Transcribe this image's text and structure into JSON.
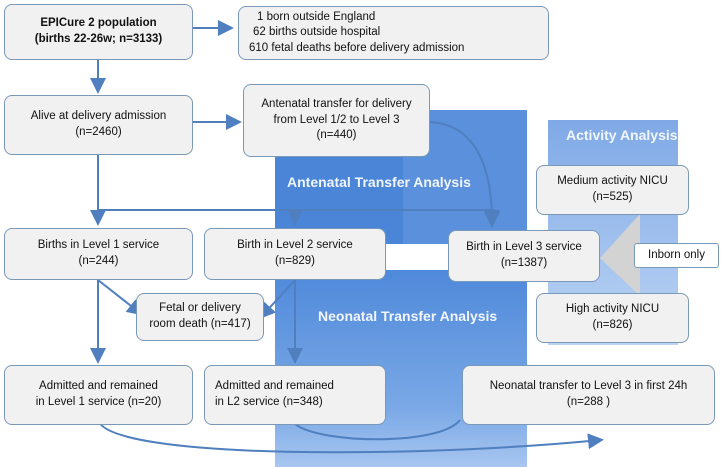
{
  "colors": {
    "panel_dark": "#4a85d8",
    "panel_light": "#a8c6f0",
    "arrow": "#4f7fbf",
    "box_fill": "#f1f1f1",
    "box_border": "#7a99b8",
    "triangle": "#d3d3d3"
  },
  "panels": {
    "antenatal": "Antenatal Transfer Analysis",
    "neonatal": "Neonatal Transfer Analysis",
    "activity": "Activity Analysis"
  },
  "boxes": {
    "population": {
      "line1": "EPICure 2 population",
      "line2": "(births 22-26w; n=3133)"
    },
    "excluded": {
      "line1": "1 born outside England",
      "line2": "62 births outside hospital",
      "line3": "610 fetal deaths before delivery admission"
    },
    "alive": {
      "line1": "Alive at delivery admission",
      "line2": "(n=2460)"
    },
    "antenatal_transfer": {
      "line1": "Antenatal transfer for delivery",
      "line2": "from Level 1/2 to Level 3",
      "line3": "(n=440)"
    },
    "level1": {
      "line1": "Births in Level 1 service",
      "line2": "(n=244)"
    },
    "level2": {
      "line1": "Birth in Level 2 service",
      "line2": "(n=829)"
    },
    "level3": {
      "line1": "Birth in Level 3 service",
      "line2": "(n=1387)"
    },
    "fetal_death": {
      "line1": "Fetal or delivery",
      "line2": "room death (n=417)"
    },
    "medium_nicu": {
      "line1": "Medium activity NICU",
      "line2": "(n=525)"
    },
    "high_nicu": {
      "line1": "High activity NICU",
      "line2": "(n=826)"
    },
    "inborn": {
      "label": "Inborn only"
    },
    "remained_l1": {
      "line1": "Admitted and remained",
      "line2": "in Level 1 service (n=20)"
    },
    "remained_l2": {
      "line1": "Admitted and remained",
      "line2": "in L2 service (n=348)"
    },
    "neonatal_transfer": {
      "line1": "Neonatal transfer to Level 3 in first 24h",
      "line2": "(n=288 )"
    }
  }
}
